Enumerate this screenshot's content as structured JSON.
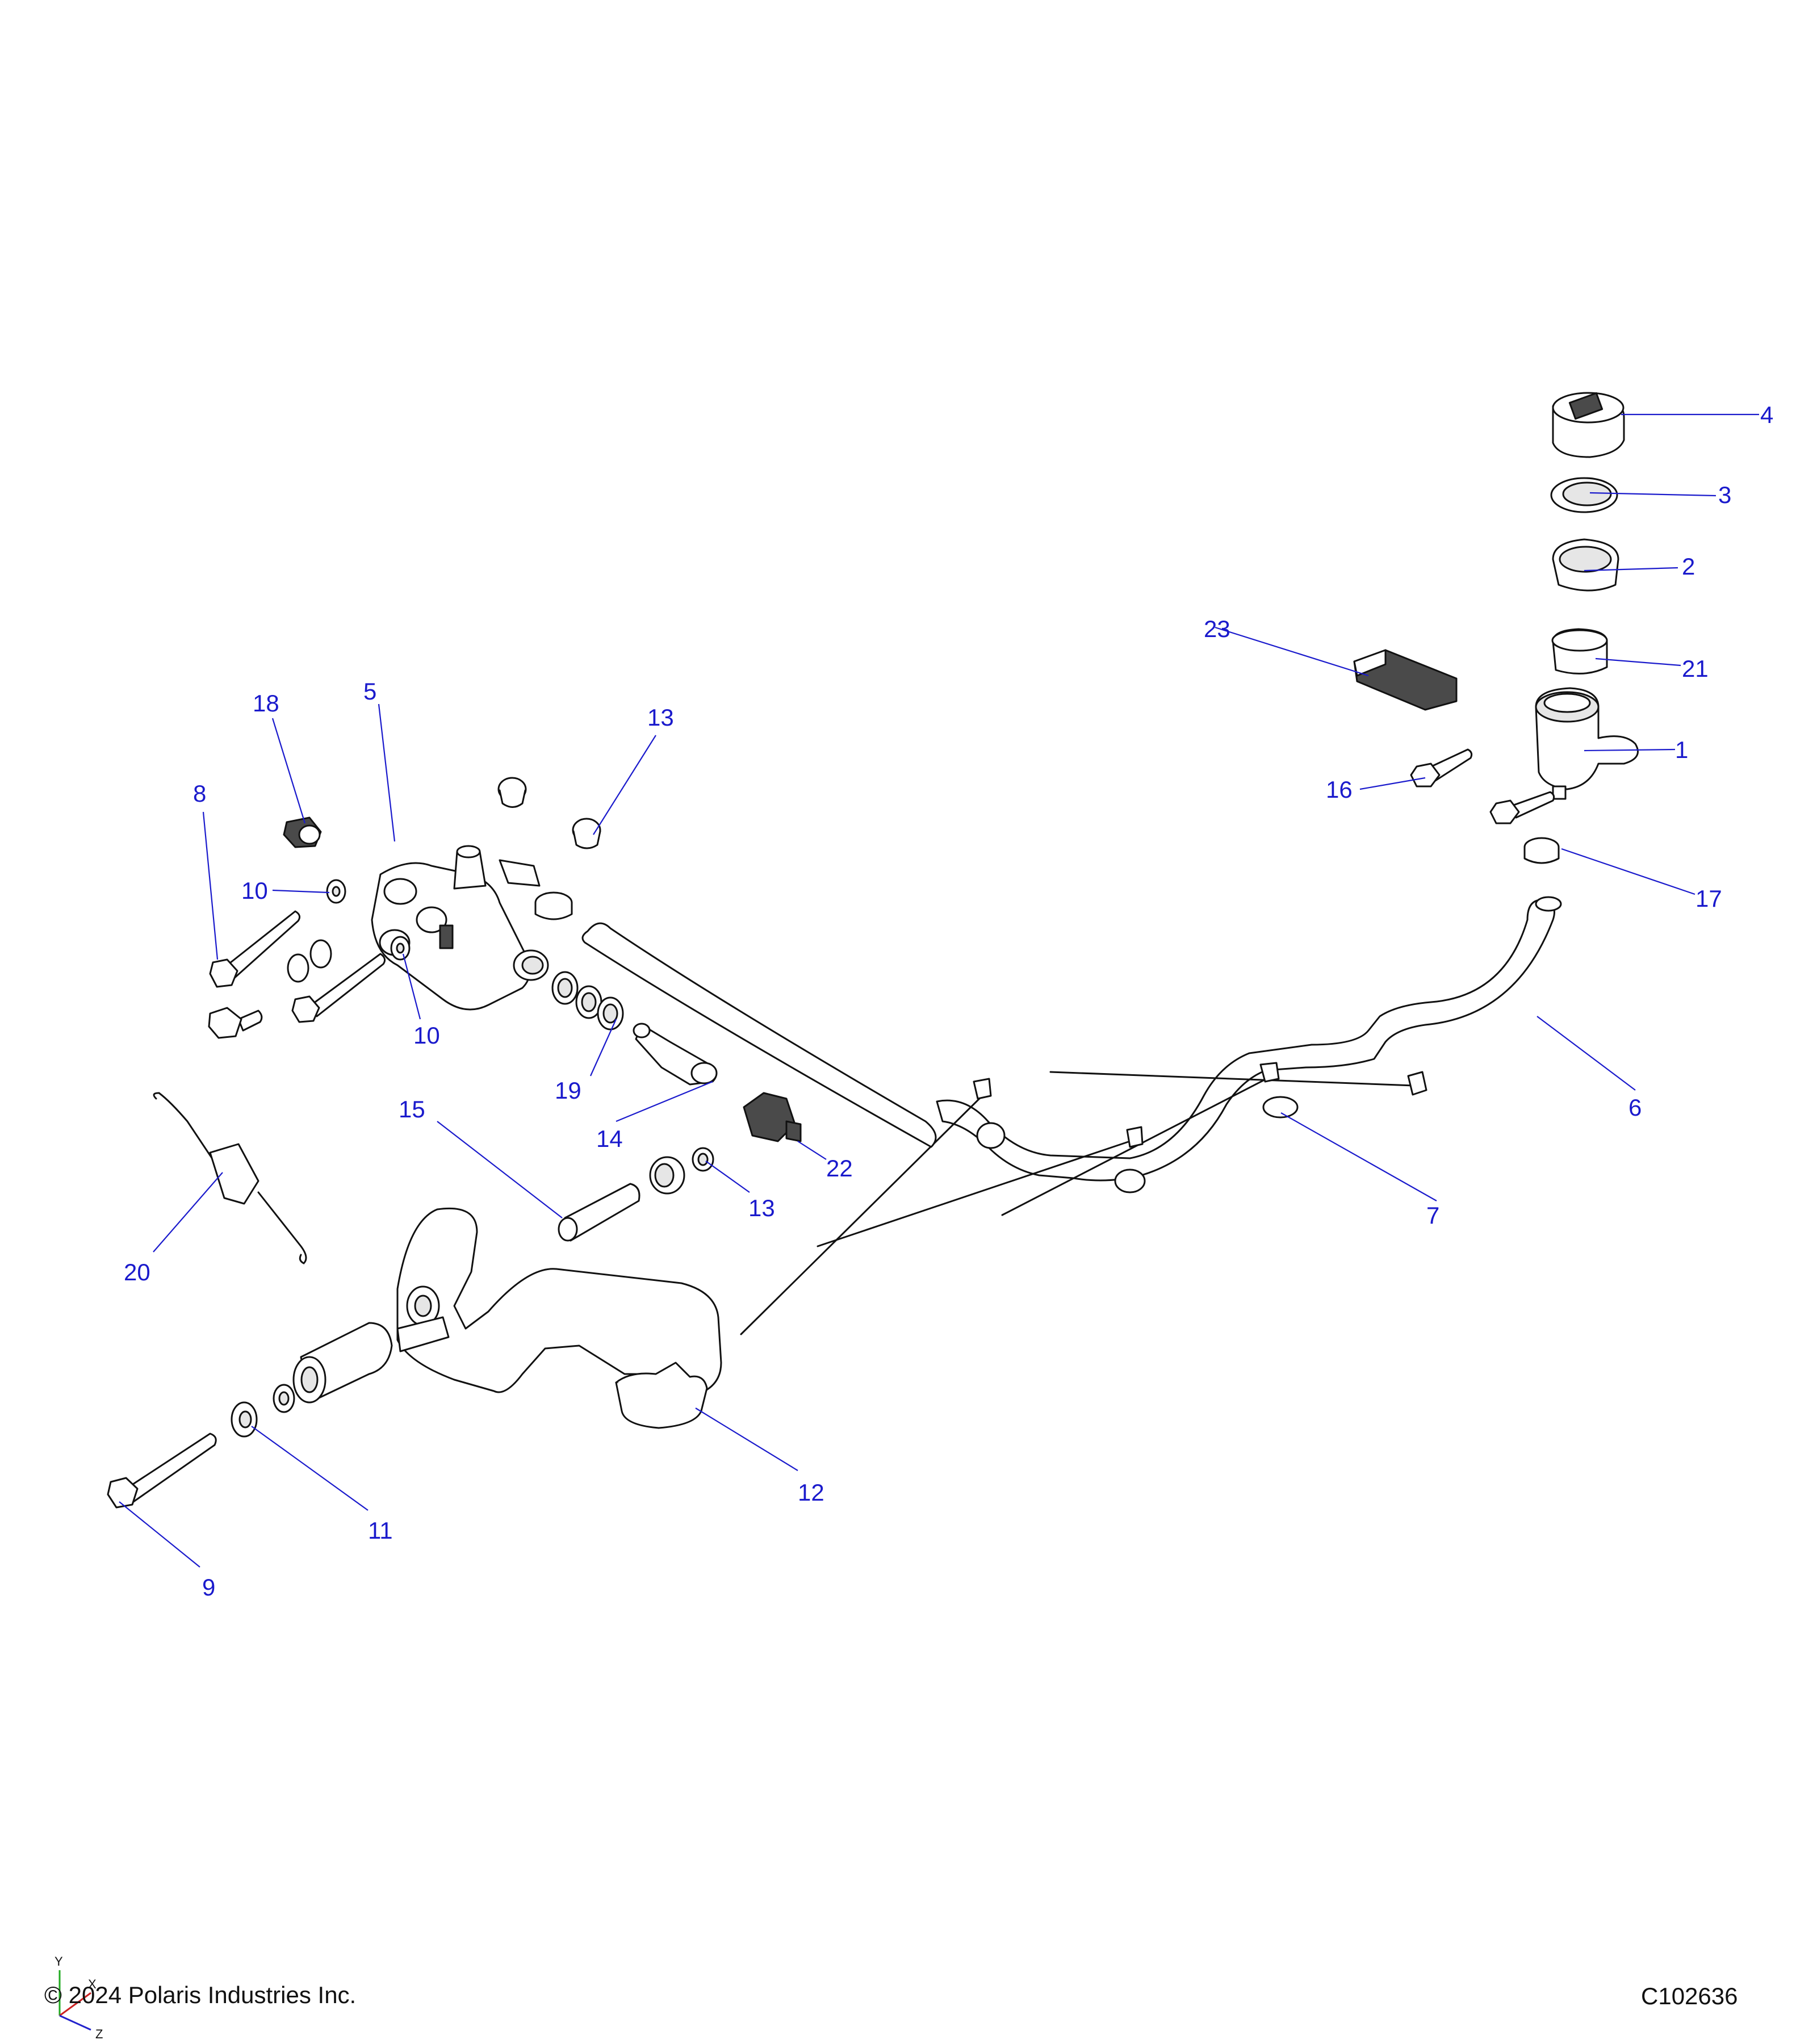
{
  "diagram": {
    "callouts": [
      {
        "id": "1",
        "label": "1"
      },
      {
        "id": "2",
        "label": "2"
      },
      {
        "id": "3",
        "label": "3"
      },
      {
        "id": "4",
        "label": "4"
      },
      {
        "id": "5",
        "label": "5"
      },
      {
        "id": "6",
        "label": "6"
      },
      {
        "id": "7",
        "label": "7"
      },
      {
        "id": "8",
        "label": "8"
      },
      {
        "id": "9",
        "label": "9"
      },
      {
        "id": "10a",
        "label": "10"
      },
      {
        "id": "10b",
        "label": "10"
      },
      {
        "id": "11",
        "label": "11"
      },
      {
        "id": "12",
        "label": "12"
      },
      {
        "id": "13a",
        "label": "13"
      },
      {
        "id": "13b",
        "label": "13"
      },
      {
        "id": "14",
        "label": "14"
      },
      {
        "id": "15",
        "label": "15"
      },
      {
        "id": "16",
        "label": "16"
      },
      {
        "id": "17",
        "label": "17"
      },
      {
        "id": "18",
        "label": "18"
      },
      {
        "id": "19",
        "label": "19"
      },
      {
        "id": "20",
        "label": "20"
      },
      {
        "id": "21",
        "label": "21"
      },
      {
        "id": "22",
        "label": "22"
      },
      {
        "id": "23",
        "label": "23"
      }
    ]
  },
  "footer": {
    "copyright": "© 2024 Polaris Industries Inc.",
    "drawing_code": "C102636"
  },
  "axis_triad": {
    "y": "Y",
    "x": "X",
    "z": "Z"
  },
  "colors": {
    "callout": "#1a1acc",
    "outline": "#111111"
  }
}
